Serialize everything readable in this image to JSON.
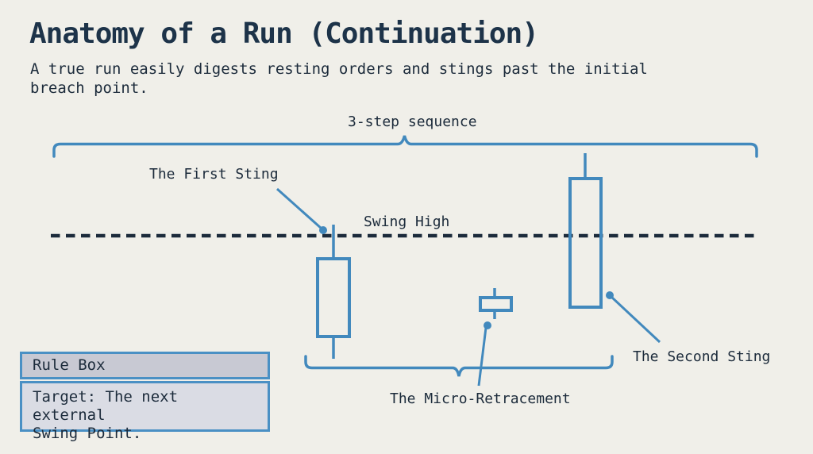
{
  "colors": {
    "background": "#F0EFE9",
    "accent_blue": "#4289BD",
    "ink": "#1C2B3B",
    "title_navy": "#1D3349",
    "rule_border": "#4A90C4",
    "rule_header_bg": "#C8C9D3",
    "rule_body_bg": "#DADCE4"
  },
  "header": {
    "title": "Anatomy of a Run (Continuation)",
    "subtitle": [
      "A true run easily digests resting orders and stings past the initial",
      "breach point."
    ]
  },
  "diagram": {
    "sequence_label": "3-step sequence",
    "first_sting_label": "The First Sting",
    "swing_high_label": "Swing High",
    "second_sting_label": "The Second Sting",
    "micro_retracement_label": "The Micro-Retracement"
  },
  "rule_box": {
    "title": "Rule Box",
    "lines": [
      "Target: The next external",
      "Swing Point."
    ]
  }
}
